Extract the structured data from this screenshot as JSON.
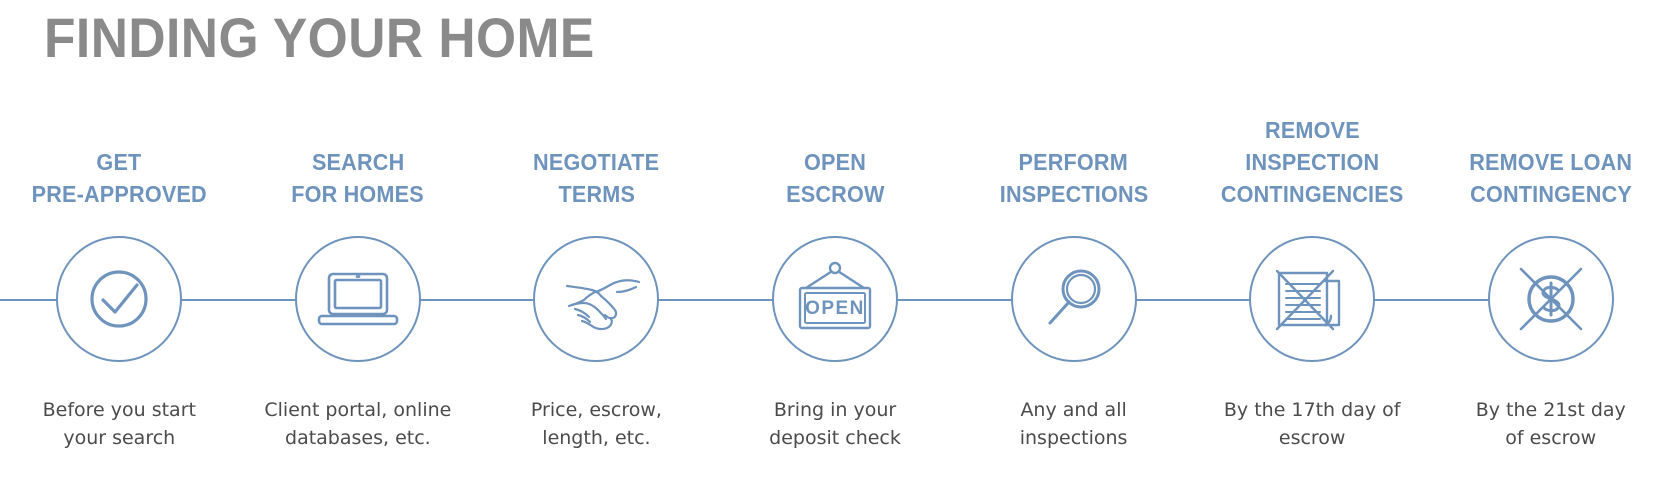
{
  "title": "FINDING YOUR HOME",
  "colors": {
    "title_gray": "#8a8a8a",
    "accent_blue": "#6e93bc",
    "caption_gray": "#4b4b4b",
    "background": "#ffffff"
  },
  "steps": [
    {
      "icon": "check-circle-icon",
      "label_lines": [
        "GET",
        "PRE-APPROVED"
      ],
      "caption_lines": [
        "Before you start",
        "your search"
      ]
    },
    {
      "icon": "laptop-icon",
      "label_lines": [
        "SEARCH",
        "FOR HOMES"
      ],
      "caption_lines": [
        "Client portal, online",
        "databases, etc."
      ]
    },
    {
      "icon": "handshake-icon",
      "label_lines": [
        "NEGOTIATE",
        "TERMS"
      ],
      "caption_lines": [
        "Price, escrow,",
        "length, etc."
      ]
    },
    {
      "icon": "open-sign-icon",
      "label_lines": [
        "OPEN",
        "ESCROW"
      ],
      "caption_lines": [
        "Bring in your",
        "deposit check"
      ]
    },
    {
      "icon": "magnifying-glass-icon",
      "label_lines": [
        "PERFORM",
        "INSPECTIONS"
      ],
      "caption_lines": [
        "Any and all",
        "inspections"
      ]
    },
    {
      "icon": "crossed-out-document-icon",
      "label_lines": [
        "REMOVE",
        "INSPECTION",
        "CONTINGENCIES"
      ],
      "caption_lines": [
        "By the 17th day of",
        "escrow"
      ]
    },
    {
      "icon": "no-dollar-icon",
      "label_lines": [
        "REMOVE LOAN",
        "CONTINGENCY"
      ],
      "caption_lines": [
        "By the 21st day",
        "of escrow"
      ]
    }
  ]
}
